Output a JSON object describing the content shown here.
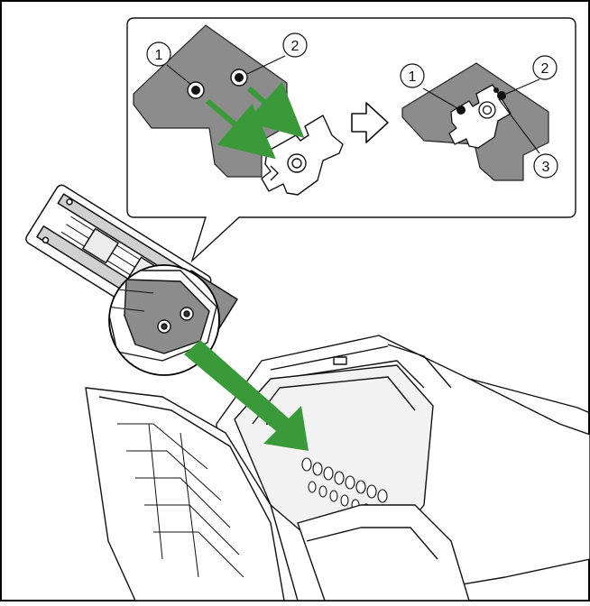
{
  "colors": {
    "frame": "#000000",
    "plate_fill": "#8c8c8c",
    "arrow_green": "#3a9a3a",
    "line": "#111111",
    "background": "#ffffff"
  },
  "callouts": {
    "left_1": "1",
    "left_2": "2",
    "right_1": "1",
    "right_2": "2",
    "right_3": "3"
  },
  "icons": {
    "direction_arrow": "hollow-right-arrow",
    "insert_arrow": "green-arrow"
  }
}
